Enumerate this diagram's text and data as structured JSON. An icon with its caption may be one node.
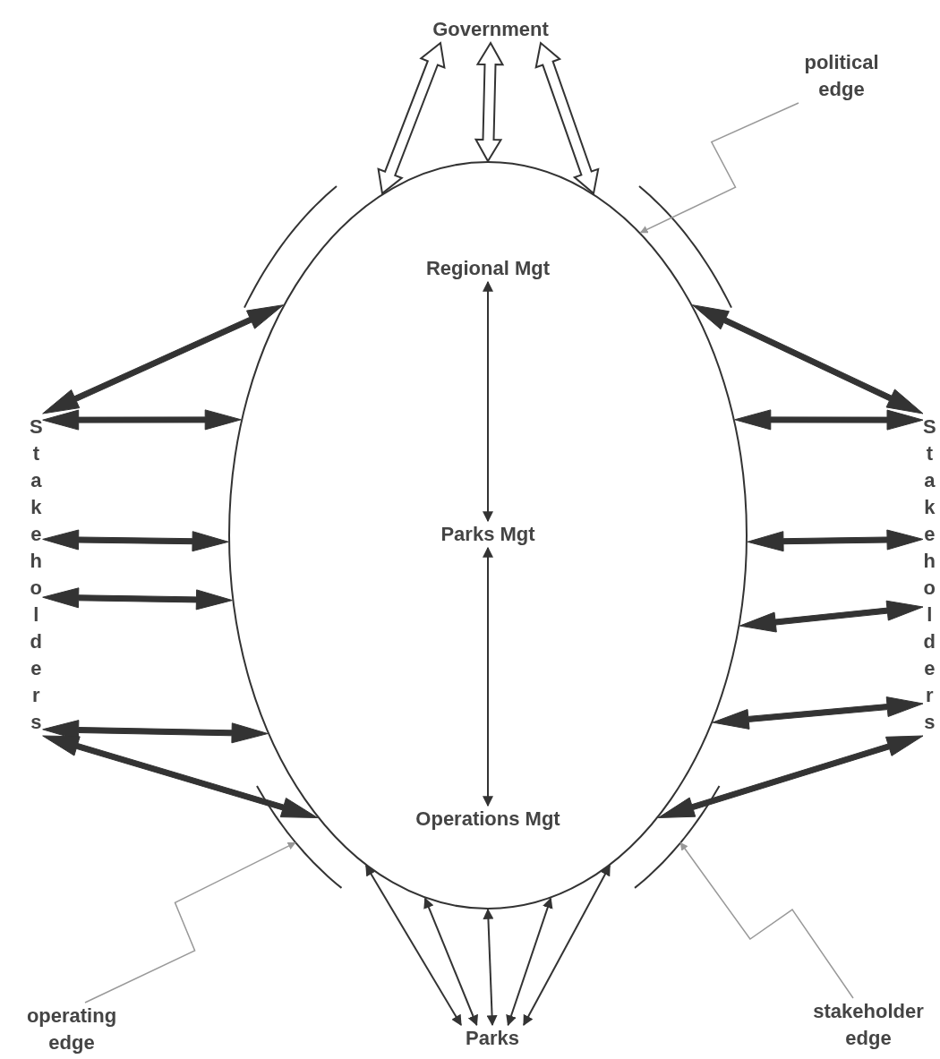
{
  "diagram": {
    "nodes": [
      {
        "text": [],
        "shape": "ellipse"
      },
      {
        "text": [
          "Regional Mgt"
        ],
        "in": 0
      },
      {
        "text": [
          "Parks Mgt"
        ],
        "in": 0
      },
      {
        "text": [
          "Operations Mgt"
        ],
        "in": 0
      },
      {
        "text": [
          "Government"
        ]
      },
      {
        "text": [
          "Stakeholders"
        ]
      },
      {
        "text": [
          "Stakeholders"
        ]
      },
      {
        "text": [
          "Parks"
        ]
      },
      {
        "text": [
          "political edge"
        ]
      },
      {
        "text": [
          "operating edge"
        ]
      },
      {
        "text": [
          "stakeholder edge"
        ]
      },
      {
        "text": [],
        "shape": "arc"
      },
      {
        "text": [],
        "shape": "arc"
      },
      {
        "text": [],
        "shape": "arc"
      },
      {
        "text": [],
        "shape": "arc"
      }
    ],
    "edges": [
      {
        "from": 1,
        "to": 2,
        "arrow": "both"
      },
      {
        "from": 2,
        "to": 3,
        "arrow": "both"
      },
      {
        "from": 4,
        "to": 0,
        "arrow": "both",
        "style": "thick"
      },
      {
        "from": 4,
        "to": 0,
        "arrow": "both",
        "style": "thick"
      },
      {
        "from": 4,
        "to": 0,
        "arrow": "both",
        "style": "thick"
      },
      {
        "from": 5,
        "to": 0,
        "arrow": "both",
        "style": "thick"
      },
      {
        "from": 5,
        "to": 0,
        "arrow": "both",
        "style": "thick"
      },
      {
        "from": 5,
        "to": 0,
        "arrow": "both",
        "style": "thick"
      },
      {
        "from": 5,
        "to": 0,
        "arrow": "both",
        "style": "thick"
      },
      {
        "from": 5,
        "to": 0,
        "arrow": "both",
        "style": "thick"
      },
      {
        "from": 5,
        "to": 0,
        "arrow": "both",
        "style": "thick"
      },
      {
        "from": 6,
        "to": 0,
        "arrow": "both",
        "style": "thick"
      },
      {
        "from": 6,
        "to": 0,
        "arrow": "both",
        "style": "thick"
      },
      {
        "from": 6,
        "to": 0,
        "arrow": "both",
        "style": "thick"
      },
      {
        "from": 6,
        "to": 0,
        "arrow": "both",
        "style": "thick"
      },
      {
        "from": 6,
        "to": 0,
        "arrow": "both",
        "style": "thick"
      },
      {
        "from": 6,
        "to": 0,
        "arrow": "both",
        "style": "thick"
      },
      {
        "from": 7,
        "to": 0,
        "arrow": "both"
      },
      {
        "from": 7,
        "to": 0,
        "arrow": "both"
      },
      {
        "from": 7,
        "to": 0,
        "arrow": "both"
      },
      {
        "from": 7,
        "to": 0,
        "arrow": "both"
      },
      {
        "from": 7,
        "to": 0,
        "arrow": "both"
      },
      {
        "from": 8,
        "to": 0,
        "arrow": "to",
        "color": "#999999"
      },
      {
        "from": 9,
        "to": 13,
        "arrow": "to",
        "color": "#999999"
      },
      {
        "from": 10,
        "to": 14,
        "arrow": "to",
        "color": "#999999"
      }
    ]
  }
}
